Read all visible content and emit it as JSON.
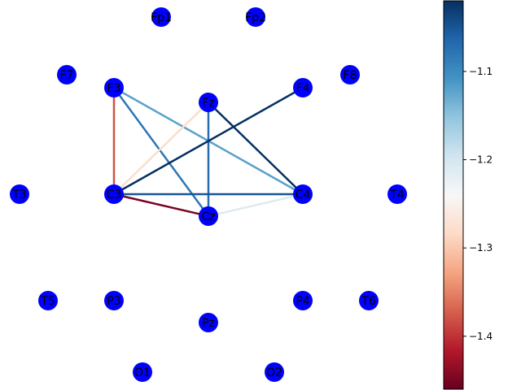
{
  "chart_data": {
    "type": "network",
    "node_color": "#0000ff",
    "nodes": [
      {
        "id": "Fp1",
        "label": "Fp1"
      },
      {
        "id": "Fp2",
        "label": "Fp2"
      },
      {
        "id": "F7",
        "label": "F7"
      },
      {
        "id": "F3",
        "label": "F3"
      },
      {
        "id": "Fz",
        "label": "Fz"
      },
      {
        "id": "F4",
        "label": "F4"
      },
      {
        "id": "F8",
        "label": "F8"
      },
      {
        "id": "T3",
        "label": "T3"
      },
      {
        "id": "C3",
        "label": "C3"
      },
      {
        "id": "Cz",
        "label": "Cz"
      },
      {
        "id": "C4",
        "label": "C4"
      },
      {
        "id": "T4",
        "label": "T4"
      },
      {
        "id": "T5",
        "label": "T5"
      },
      {
        "id": "P3",
        "label": "P3"
      },
      {
        "id": "Pz",
        "label": "Pz"
      },
      {
        "id": "P4",
        "label": "P4"
      },
      {
        "id": "T6",
        "label": "T6"
      },
      {
        "id": "O1",
        "label": "O1"
      },
      {
        "id": "O2",
        "label": "O2"
      }
    ],
    "edges": [
      {
        "source": "F3",
        "target": "C3",
        "value": -1.38
      },
      {
        "source": "F3",
        "target": "Cz",
        "value": -1.08
      },
      {
        "source": "F3",
        "target": "C4",
        "value": -1.12
      },
      {
        "source": "Fz",
        "target": "C3",
        "value": -1.28
      },
      {
        "source": "Fz",
        "target": "Cz",
        "value": -1.07
      },
      {
        "source": "Fz",
        "target": "C4",
        "value": -1.02
      },
      {
        "source": "F4",
        "target": "C3",
        "value": -1.02
      },
      {
        "source": "C3",
        "target": "C4",
        "value": -1.05
      },
      {
        "source": "C3",
        "target": "Cz",
        "value": -1.45
      },
      {
        "source": "Cz",
        "target": "C4",
        "value": -1.21
      }
    ],
    "colorbar": {
      "colormap": "RdBu",
      "range": [
        -1.46,
        -1.02
      ],
      "ticks": [
        {
          "value": -1.1,
          "label": "−1.1"
        },
        {
          "value": -1.2,
          "label": "−1.2"
        },
        {
          "value": -1.3,
          "label": "−1.3"
        },
        {
          "value": -1.4,
          "label": "−1.4"
        }
      ]
    }
  }
}
